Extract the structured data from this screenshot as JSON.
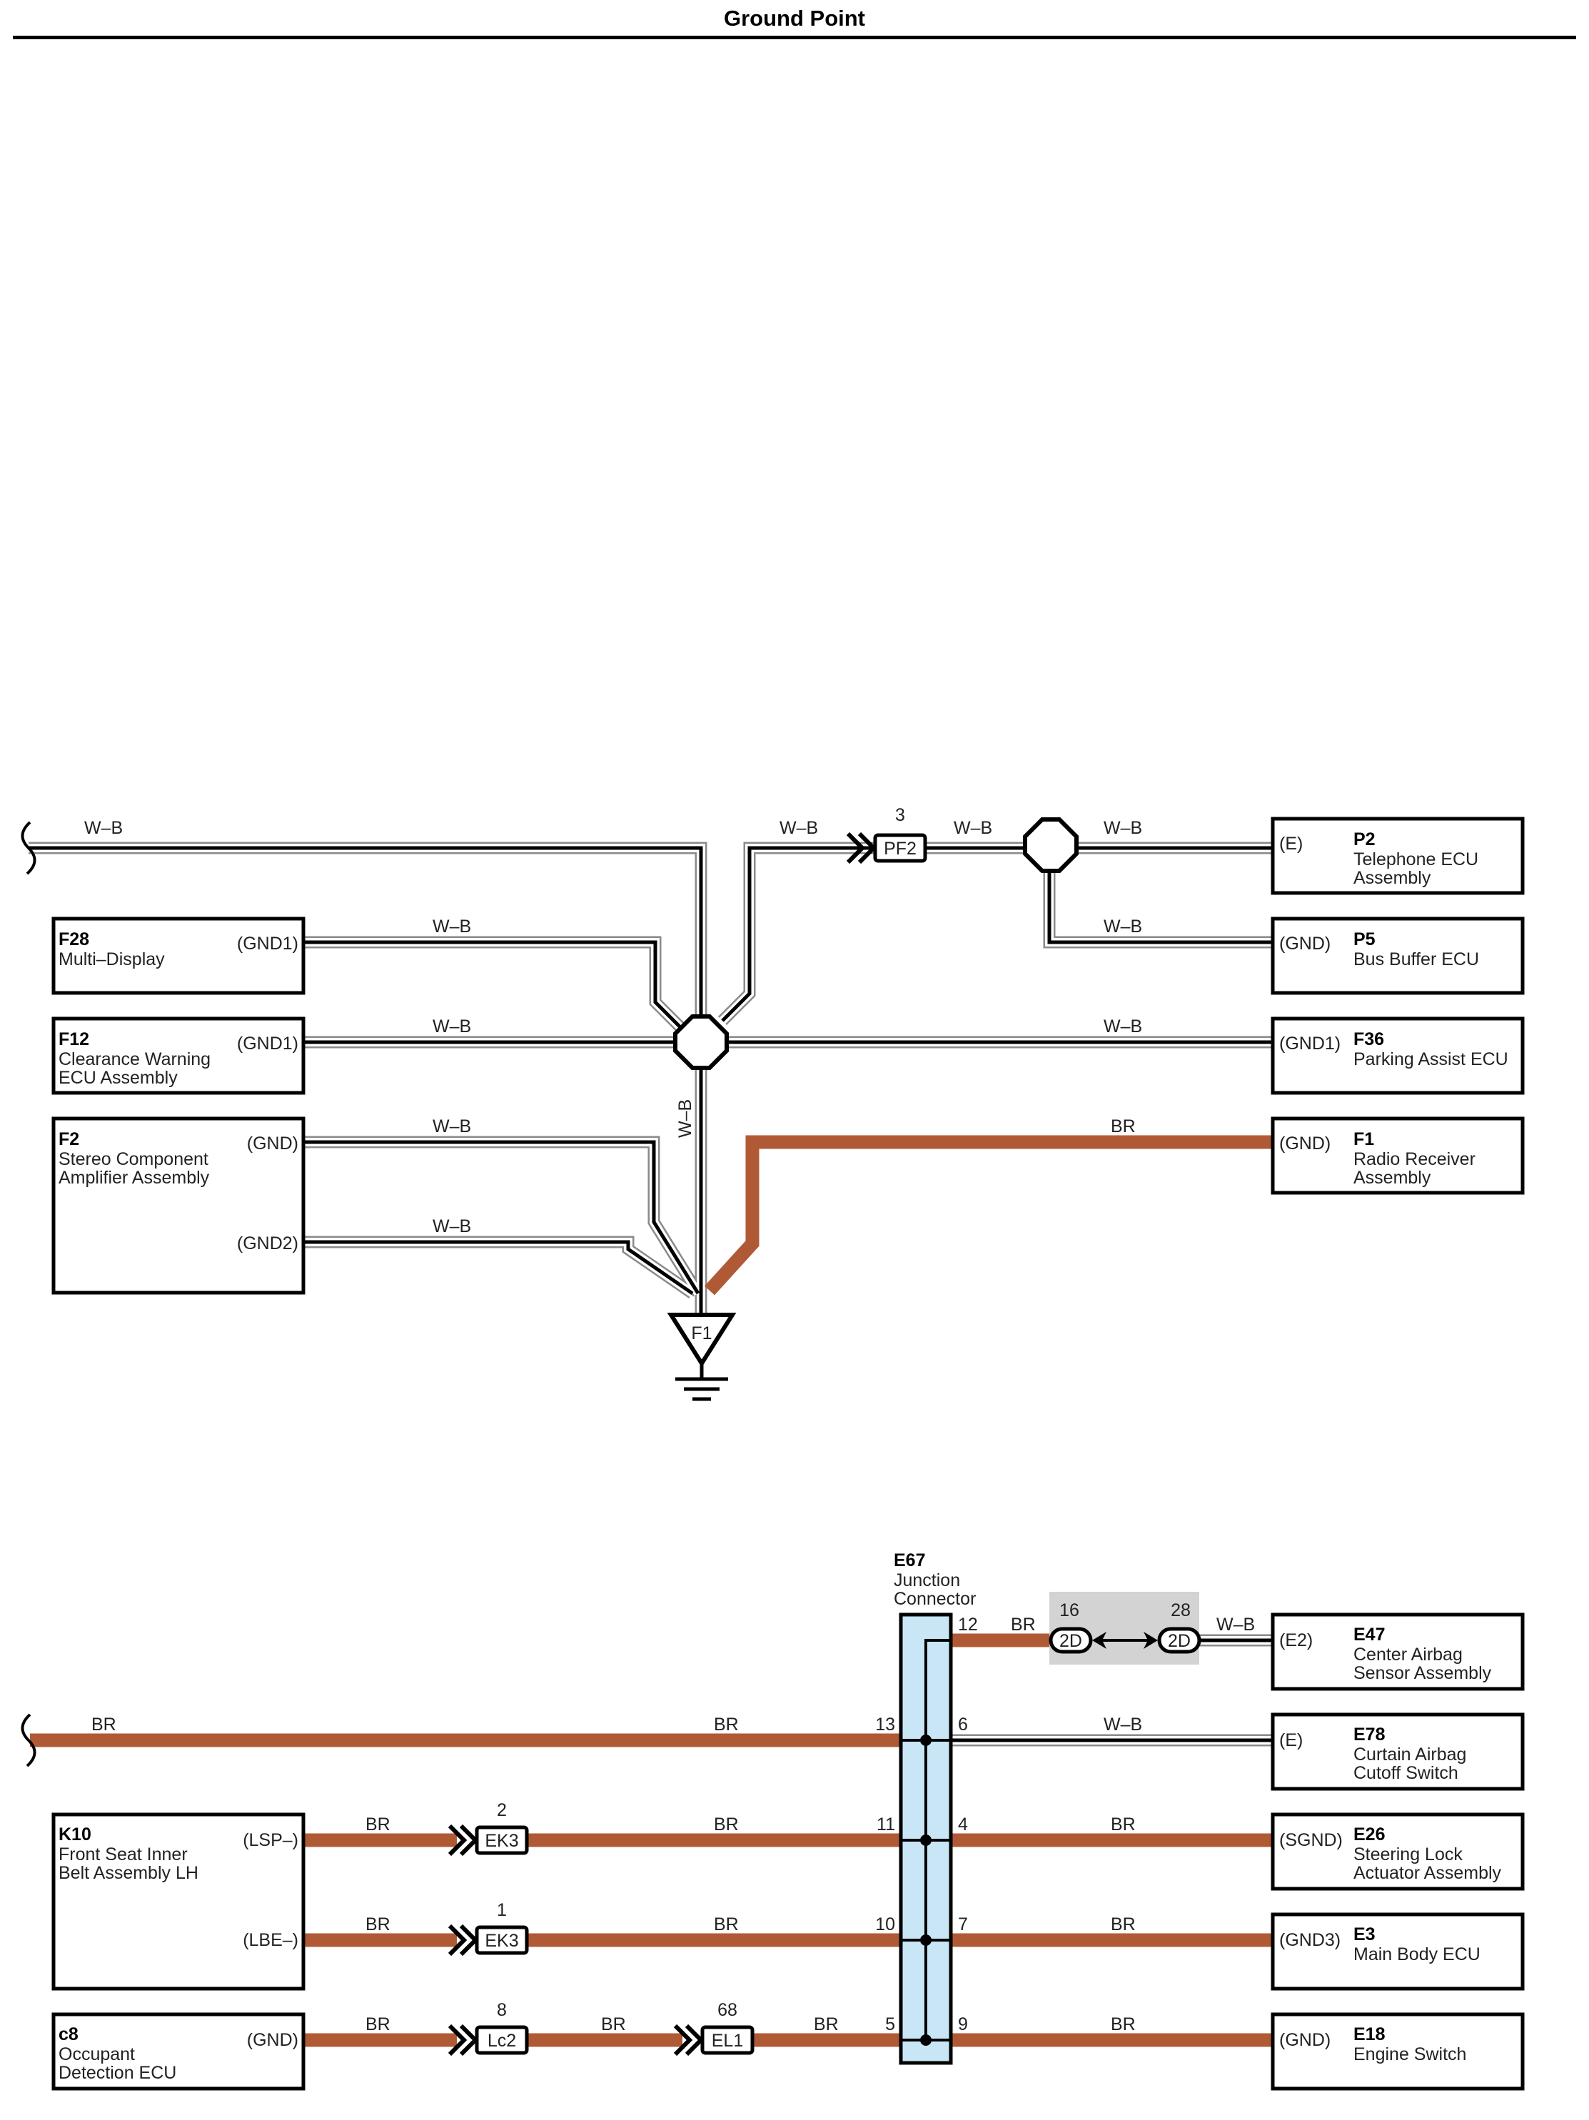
{
  "title": "Ground Point",
  "wire_colors": {
    "wb": "W–B",
    "br": "BR",
    "br_hex": "#b05a35"
  },
  "ground": {
    "label": "F1"
  },
  "components": {
    "p2": {
      "code": "P2",
      "name": [
        "Telephone ECU",
        "Assembly"
      ],
      "pins": [
        "(E)"
      ]
    },
    "p5": {
      "code": "P5",
      "name": [
        "Bus Buffer ECU"
      ],
      "pins": [
        "(GND)"
      ]
    },
    "f36": {
      "code": "F36",
      "name": [
        "Parking Assist ECU"
      ],
      "pins": [
        "(GND1)"
      ]
    },
    "f1": {
      "code": "F1",
      "name": [
        "Radio Receiver",
        "Assembly"
      ],
      "pins": [
        "(GND)"
      ]
    },
    "f28": {
      "code": "F28",
      "name": [
        "Multi–Display"
      ],
      "pins": [
        "(GND1)"
      ]
    },
    "f12": {
      "code": "F12",
      "name": [
        "Clearance Warning",
        "ECU Assembly"
      ],
      "pins": [
        "(GND1)"
      ]
    },
    "f2": {
      "code": "F2",
      "name": [
        "Stereo Component",
        "Amplifier Assembly"
      ],
      "pins": [
        "(GND)",
        "(GND2)"
      ]
    },
    "e67": {
      "code": "E67",
      "name": [
        "Junction",
        "Connector"
      ]
    },
    "e47": {
      "code": "E47",
      "name": [
        "Center Airbag",
        "Sensor Assembly"
      ],
      "pins": [
        "(E2)"
      ]
    },
    "e78": {
      "code": "E78",
      "name": [
        "Curtain Airbag",
        "Cutoff Switch"
      ],
      "pins": [
        "(E)"
      ]
    },
    "e26": {
      "code": "E26",
      "name": [
        "Steering Lock",
        "Actuator Assembly"
      ],
      "pins": [
        "(SGND)"
      ]
    },
    "e3": {
      "code": "E3",
      "name": [
        "Main Body ECU"
      ],
      "pins": [
        "(GND3)"
      ]
    },
    "e18": {
      "code": "E18",
      "name": [
        "Engine Switch"
      ],
      "pins": [
        "(GND)"
      ]
    },
    "k10": {
      "code": "K10",
      "name": [
        "Front Seat Inner",
        "Belt Assembly LH"
      ],
      "pins": [
        "(LSP–)",
        "(LBE–)"
      ]
    },
    "c8": {
      "code": "c8",
      "name": [
        "Occupant",
        "Detection ECU"
      ],
      "pins": [
        "(GND)"
      ]
    }
  },
  "connectors": {
    "pf2": {
      "label": "PF2",
      "pin": "3"
    },
    "ek3_a": {
      "label": "EK3",
      "pin": "2"
    },
    "ek3_b": {
      "label": "EK3",
      "pin": "1"
    },
    "lc2": {
      "label": "Lc2",
      "pin": "8"
    },
    "el1": {
      "label": "EL1",
      "pin": "68"
    },
    "d2_left": {
      "label": "2D",
      "pin": "16"
    },
    "d2_right": {
      "label": "2D",
      "pin": "28"
    }
  },
  "e67_pins": {
    "left": [
      "13",
      "11",
      "10",
      "5"
    ],
    "right": [
      "12",
      "6",
      "4",
      "7",
      "9"
    ]
  }
}
